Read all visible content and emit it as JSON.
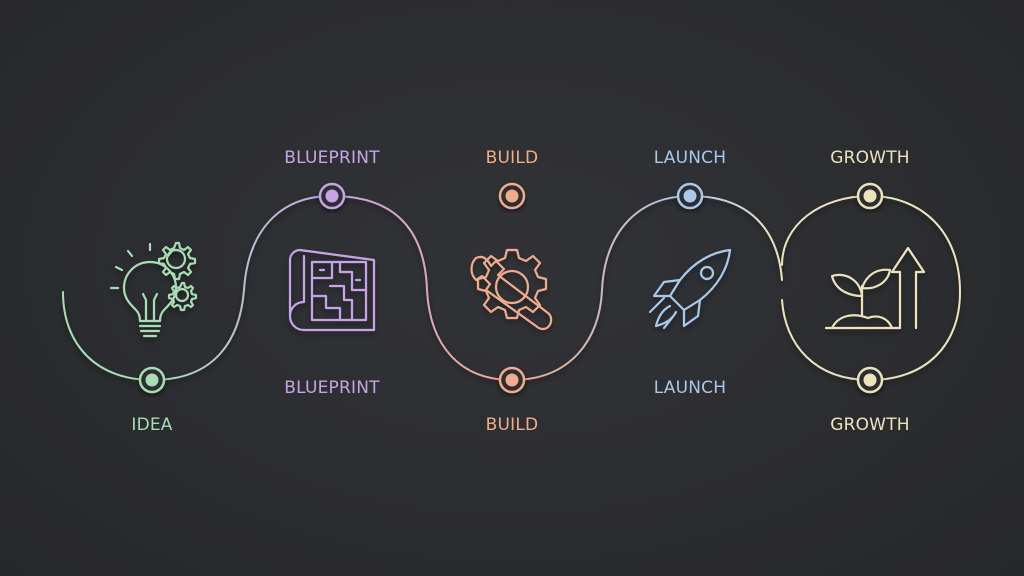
{
  "stages": [
    {
      "key": "idea",
      "label": "IDEA",
      "color": "#a7dcb4",
      "icon": "lightbulb-gears-icon"
    },
    {
      "key": "blueprint",
      "label": "BLUEPRINT",
      "color": "#c6a4e6",
      "icon": "blueprint-icon"
    },
    {
      "key": "build",
      "label": "BUILD",
      "color": "#f0ab8c",
      "icon": "wrench-gear-icon"
    },
    {
      "key": "launch",
      "label": "LAUNCH",
      "color": "#a9c8ea",
      "icon": "rocket-icon"
    },
    {
      "key": "growth",
      "label": "GROWTH",
      "color": "#ece3bd",
      "icon": "plant-arrow-icon"
    }
  ]
}
